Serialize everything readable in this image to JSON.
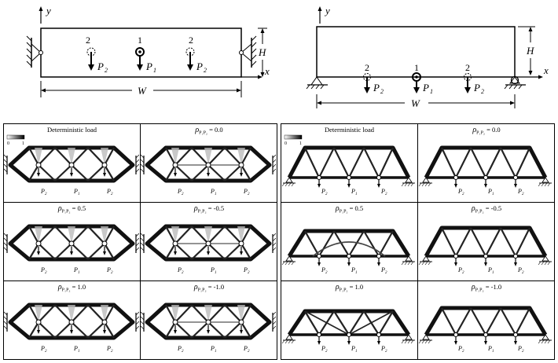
{
  "schematics": {
    "left": {
      "y_axis": "y",
      "x_axis": "x",
      "width_label": "W",
      "height_label": "H",
      "load_labels": [
        {
          "num": "2",
          "force": "P",
          "sub": "2"
        },
        {
          "num": "1",
          "force": "P",
          "sub": "1"
        },
        {
          "num": "2",
          "force": "P",
          "sub": "2"
        }
      ]
    },
    "right": {
      "y_axis": "y",
      "x_axis": "x",
      "width_label": "W",
      "height_label": "H",
      "load_labels": [
        {
          "num": "2",
          "force": "P",
          "sub": "2"
        },
        {
          "num": "1",
          "force": "P",
          "sub": "1"
        },
        {
          "num": "2",
          "force": "P",
          "sub": "2"
        }
      ]
    }
  },
  "colorbar": {
    "min": "0",
    "max": "1"
  },
  "panels": {
    "left": {
      "cells": [
        {
          "kind": "text",
          "title": "Deterministic load"
        },
        {
          "kind": "rho",
          "value": "= 0.0"
        },
        {
          "kind": "rho",
          "value": "= 0.5"
        },
        {
          "kind": "rho",
          "value": "= -0.5"
        },
        {
          "kind": "rho",
          "value": "= 1.0"
        },
        {
          "kind": "rho",
          "value": "= -1.0"
        }
      ],
      "bottom_labels": [
        "P",
        "P",
        "P"
      ],
      "bottom_subs": [
        "2",
        "1",
        "2"
      ]
    },
    "right": {
      "cells": [
        {
          "kind": "text",
          "title": "Deterministic load"
        },
        {
          "kind": "rho",
          "value": "= 0.0"
        },
        {
          "kind": "rho",
          "value": "= 0.5"
        },
        {
          "kind": "rho",
          "value": "= -0.5"
        },
        {
          "kind": "rho",
          "value": "= 1.0"
        },
        {
          "kind": "rho",
          "value": "= -1.0"
        }
      ],
      "bottom_labels": [
        "P",
        "P",
        "P"
      ],
      "bottom_subs": [
        "2",
        "1",
        "2"
      ]
    }
  },
  "rho_symbol": "ρ",
  "rho_sub": "P₁P₂"
}
